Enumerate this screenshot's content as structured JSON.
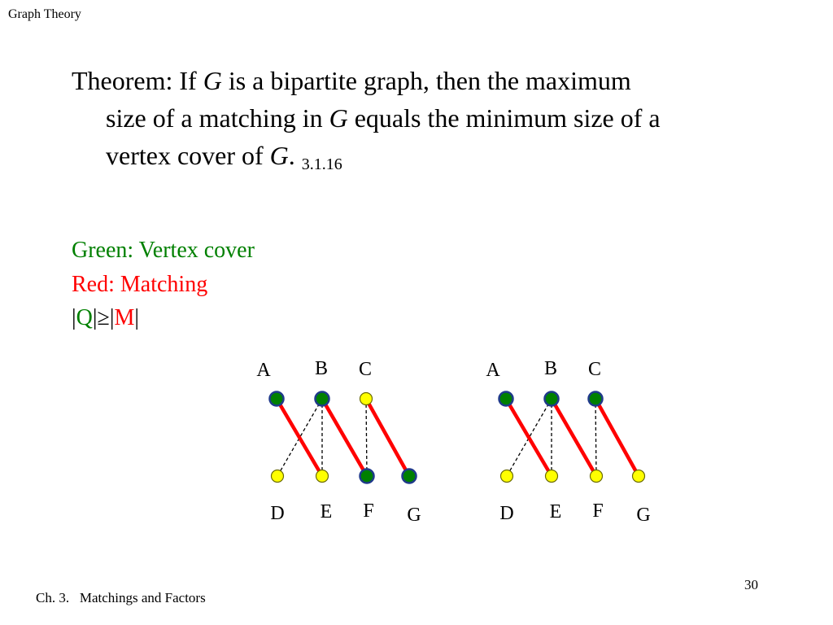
{
  "header": {
    "title": "Graph Theory"
  },
  "theorem": {
    "prefix": "Theorem: If ",
    "g1": "G",
    "part1": " is a bipartite graph, then the maximum",
    "part2": "size of a matching in ",
    "g2": "G",
    "part3": " equals the minimum size of a",
    "part4": "vertex cover of ",
    "g3": "G",
    "period": ".",
    "ref": "3.1.16"
  },
  "legend": {
    "cover": "Green: Vertex cover",
    "matching": "Red: Matching",
    "relation": {
      "bar1": "|",
      "q": "Q",
      "bar2": "|",
      "geq": "≥",
      "bar3": "|",
      "m": "M",
      "bar4": "|"
    }
  },
  "colors": {
    "vertex_cover": "#008000",
    "matching": "#ff0000",
    "uncovered_vertex": "#ffff00",
    "vertex_outline": "#1f3a8a",
    "non_matching_edge": "#000000"
  },
  "graphs": [
    {
      "top": [
        {
          "label": "A",
          "fill": "green"
        },
        {
          "label": "B",
          "fill": "green"
        },
        {
          "label": "C",
          "fill": "yellow"
        }
      ],
      "bottom": [
        {
          "label": "D",
          "fill": "yellow"
        },
        {
          "label": "E",
          "fill": "yellow"
        },
        {
          "label": "F",
          "fill": "green"
        },
        {
          "label": "G",
          "fill": "green"
        }
      ],
      "matching_edges": [
        [
          "A",
          "E"
        ],
        [
          "B",
          "F"
        ],
        [
          "C",
          "G"
        ]
      ],
      "other_edges": [
        [
          "B",
          "D"
        ],
        [
          "B",
          "E"
        ],
        [
          "C",
          "F"
        ]
      ]
    },
    {
      "top": [
        {
          "label": "A",
          "fill": "green"
        },
        {
          "label": "B",
          "fill": "green"
        },
        {
          "label": "C",
          "fill": "green"
        }
      ],
      "bottom": [
        {
          "label": "D",
          "fill": "yellow"
        },
        {
          "label": "E",
          "fill": "yellow"
        },
        {
          "label": "F",
          "fill": "yellow"
        },
        {
          "label": "G",
          "fill": "yellow"
        }
      ],
      "matching_edges": [
        [
          "A",
          "E"
        ],
        [
          "B",
          "F"
        ],
        [
          "C",
          "G"
        ]
      ],
      "other_edges": [
        [
          "B",
          "D"
        ],
        [
          "B",
          "E"
        ],
        [
          "C",
          "F"
        ]
      ]
    }
  ],
  "footer": {
    "chapter": "Ch. 3.   Matchings and Factors",
    "page": "30"
  }
}
